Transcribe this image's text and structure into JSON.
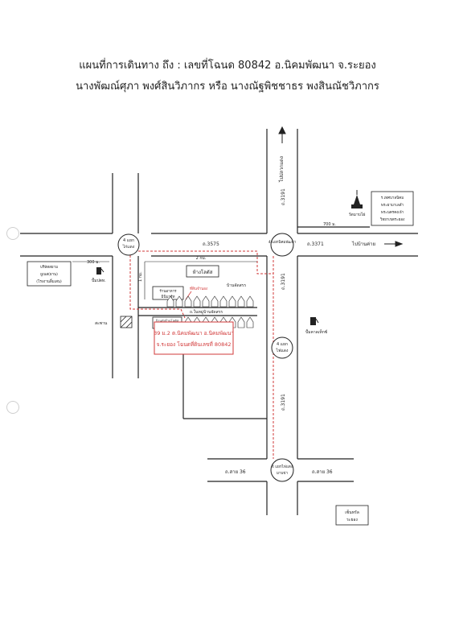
{
  "header": {
    "line1": "แผนที่การเดินทาง  ถึง : เลขที่โฉนด 80842 อ.นิคมพัฒนา จ.ระยอง",
    "line2": "นางพัฒณ์ศุภา พงศ์สินวิภากร หรือ นางณัฐพิชชาธร พงสินณัชวิภากร"
  },
  "map": {
    "roads": {
      "road_3575": "ถ.3575",
      "road_3371": "ถ.3371",
      "road_3191_upper": "ถ.3191",
      "road_3191_mid": "ถ.3191",
      "road_3191_lower": "ถ.3191",
      "road_36_left": "ถ.สาย 36",
      "road_36_right": "ถ.สาย 36",
      "soi": "ถ.ในหมู่บ้านจัดสรร"
    },
    "directions": {
      "north": "ไปปลวกแดง",
      "east": "ไปบ้านค่าย"
    },
    "junctions": {
      "nw": [
        "4 แยก",
        "ไก่แดง"
      ],
      "ne": [
        "4 แยกนิคมพัฒนา"
      ],
      "mid": [
        "4 แยก",
        "ไฟแดง"
      ],
      "south": [
        "4 แยกไฟแดง",
        "มาบข่า"
      ]
    },
    "places": {
      "temple": "วัดมาบไผ่",
      "school": [
        "ร.เทศบาลนิคม",
        "พระยามาเลลำ",
        "พระนครคงเจ้า",
        "วิทยาเขตระยอง"
      ],
      "factory": [
        "บริษัทสยาม",
        "ยูเนส(ยาน)",
        "(โรงงานลิ้มเสน)"
      ],
      "gas_ptt": "ปั้มปตท.",
      "gas_right": "ปั้มคาลเท็กซ์",
      "mall": "ห้างโลตัส",
      "shop": [
        "ร้านอาหาร",
        "มินิมาร์ท"
      ],
      "building": [
        "ร้านบังร้านโลตัส",
        "ขาย"
      ],
      "estate": "บ้านจัดสรร",
      "bridge": "สะพาน",
      "police": [
        "เซ็นทรัล",
        "ระยอง"
      ],
      "subject_marker": "ที่ดินจำนอง"
    },
    "distances": {
      "d300": "300 ม.",
      "d700": "700 ม.",
      "d2km": "2 กม.",
      "d1km": "1 กม."
    },
    "subject": {
      "line1": "39 ม.2 ต.นิคมพัฒนา อ.นิคมพัฒนา",
      "line2": "จ.ระยอง โฉนดที่ดินเลขที่ 80842"
    }
  },
  "colors": {
    "road": "#222222",
    "route": "#d23a3a",
    "ink": "#222222"
  }
}
